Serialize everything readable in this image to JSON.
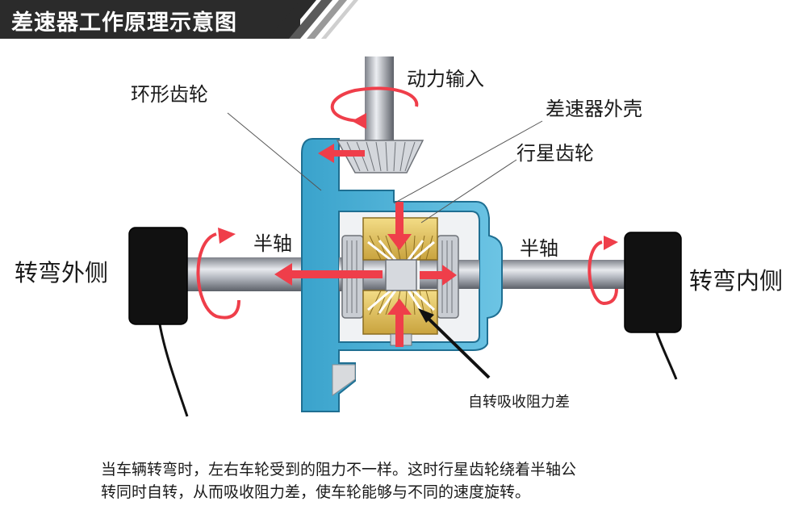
{
  "title": "差速器工作原理示意图",
  "labels": {
    "ring_gear": "环形齿轮",
    "power_input": "动力输入",
    "housing": "差速器外壳",
    "planet_gear": "行星齿轮",
    "left_axle": "半轴",
    "right_axle": "半轴",
    "outer_side": "转弯外侧",
    "inner_side": "转弯内侧",
    "self_rotation": "自转吸收阻力差"
  },
  "caption": {
    "line1": "当车辆转弯时，左右车轮受到的阻力不一样。这时行星齿轮绕着半轴公",
    "line2": "转同时自转，从而吸收阻力差，使车轮能够与不同的速度旋转。"
  },
  "colors": {
    "housing": "#4fb3d8",
    "arrow": "#ef3e4a",
    "gear": "#e8c85a",
    "wheel": "#111111",
    "shaft": "#b8bcc4"
  }
}
